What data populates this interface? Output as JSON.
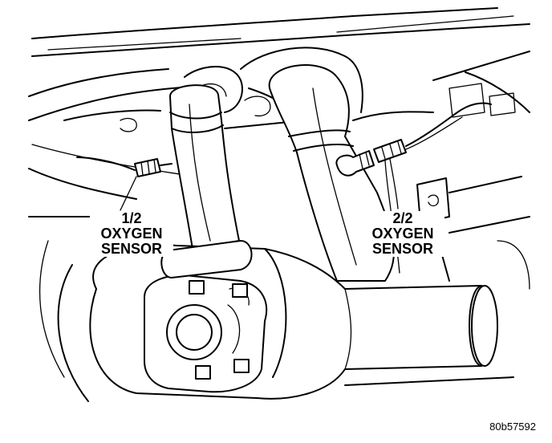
{
  "labels": {
    "left_sensor": {
      "line1": "1/2",
      "line2": "OXYGEN",
      "line3": "SENSOR"
    },
    "right_sensor": {
      "line1": "2/2",
      "line2": "OXYGEN",
      "line3": "SENSOR"
    }
  },
  "figure_id": "80b57592"
}
